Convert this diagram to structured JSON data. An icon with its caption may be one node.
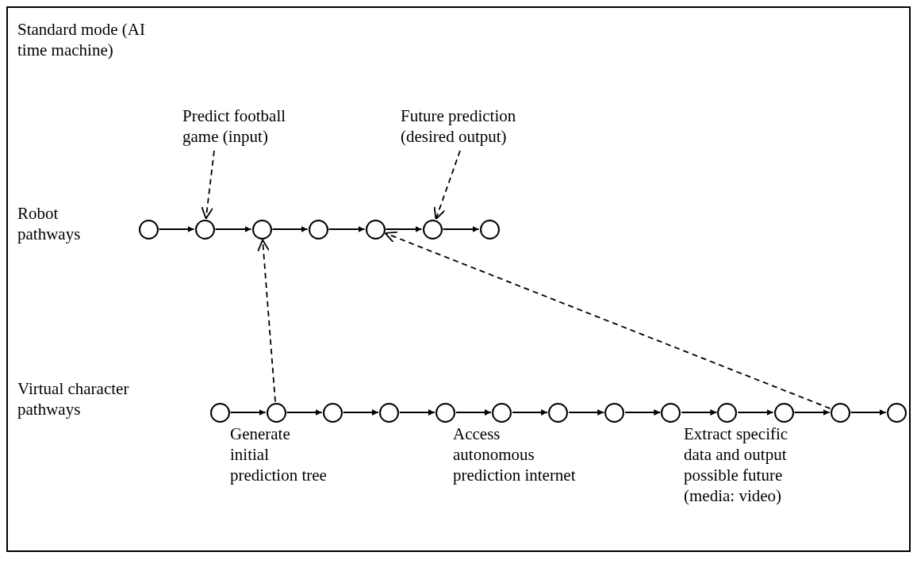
{
  "diagram": {
    "nodes": [
      {
        "text": [
          "Standard mode (AI time machine)"
        ]
      },
      {
        "text": [
          "Predict football game (input)"
        ],
        "in": 0
      },
      {
        "text": [
          "Future prediction (desired output)"
        ],
        "in": 0
      },
      {
        "text": [],
        "shape": "circle",
        "in": 0
      },
      {
        "text": [],
        "shape": "circle",
        "in": 0
      },
      {
        "text": [],
        "shape": "circle",
        "in": 0
      },
      {
        "text": [],
        "shape": "circle",
        "in": 0
      },
      {
        "text": [],
        "shape": "circle",
        "in": 0
      },
      {
        "text": [],
        "shape": "circle",
        "in": 0
      },
      {
        "text": [],
        "shape": "circle",
        "in": 0
      },
      {
        "text": [],
        "shape": "circle",
        "in": 0
      },
      {
        "text": [],
        "shape": "circle",
        "in": 0
      },
      {
        "text": [],
        "shape": "circle",
        "in": 0
      },
      {
        "text": [],
        "shape": "circle",
        "in": 0
      },
      {
        "text": [],
        "shape": "circle",
        "in": 0
      },
      {
        "text": [],
        "shape": "circle",
        "in": 0
      },
      {
        "text": [],
        "shape": "circle",
        "in": 0
      },
      {
        "text": [],
        "shape": "circle",
        "in": 0
      },
      {
        "text": [],
        "shape": "circle",
        "in": 0
      },
      {
        "text": [],
        "shape": "circle",
        "in": 0
      },
      {
        "text": [],
        "shape": "circle",
        "in": 0
      },
      {
        "text": [],
        "shape": "circle",
        "in": 0
      },
      {
        "text": [],
        "shape": "circle",
        "in": 0
      }
    ],
    "edges": [
      {
        "from": 3,
        "to": 4,
        "arrow": "to"
      },
      {
        "from": 4,
        "to": 5,
        "arrow": "to"
      },
      {
        "from": 5,
        "to": 6,
        "arrow": "to"
      },
      {
        "from": 6,
        "to": 7,
        "arrow": "to"
      },
      {
        "from": 7,
        "to": 8,
        "arrow": "to"
      },
      {
        "from": 8,
        "to": 9,
        "arrow": "to"
      },
      {
        "from": 10,
        "to": 11,
        "arrow": "to"
      },
      {
        "from": 11,
        "to": 12,
        "arrow": "to"
      },
      {
        "from": 12,
        "to": 13,
        "arrow": "to"
      },
      {
        "from": 13,
        "to": 14,
        "arrow": "to"
      },
      {
        "from": 14,
        "to": 15,
        "arrow": "to"
      },
      {
        "from": 15,
        "to": 16,
        "arrow": "to"
      },
      {
        "from": 16,
        "to": 17,
        "arrow": "to"
      },
      {
        "from": 17,
        "to": 18,
        "arrow": "to"
      },
      {
        "from": 18,
        "to": 19,
        "arrow": "to"
      },
      {
        "from": 19,
        "to": 20,
        "arrow": "to"
      },
      {
        "from": 20,
        "to": 21,
        "arrow": "to"
      },
      {
        "from": 21,
        "to": 22,
        "arrow": "to"
      },
      {
        "from": 1,
        "to": 4,
        "arrow": "to",
        "style": "dashed"
      },
      {
        "from": 2,
        "to": 8,
        "arrow": "to",
        "style": "dashed"
      },
      {
        "from": 11,
        "to": 5,
        "arrow": "to",
        "style": "dashed"
      },
      {
        "from": 21,
        "to": 7,
        "arrow": "to",
        "style": "dashed"
      }
    ],
    "labels": [
      "Robot pathways",
      "Virtual character pathways",
      "Generate initial prediction tree",
      "Access autonomous prediction internet",
      "Extract specific data and output possible future (media: video)"
    ]
  }
}
